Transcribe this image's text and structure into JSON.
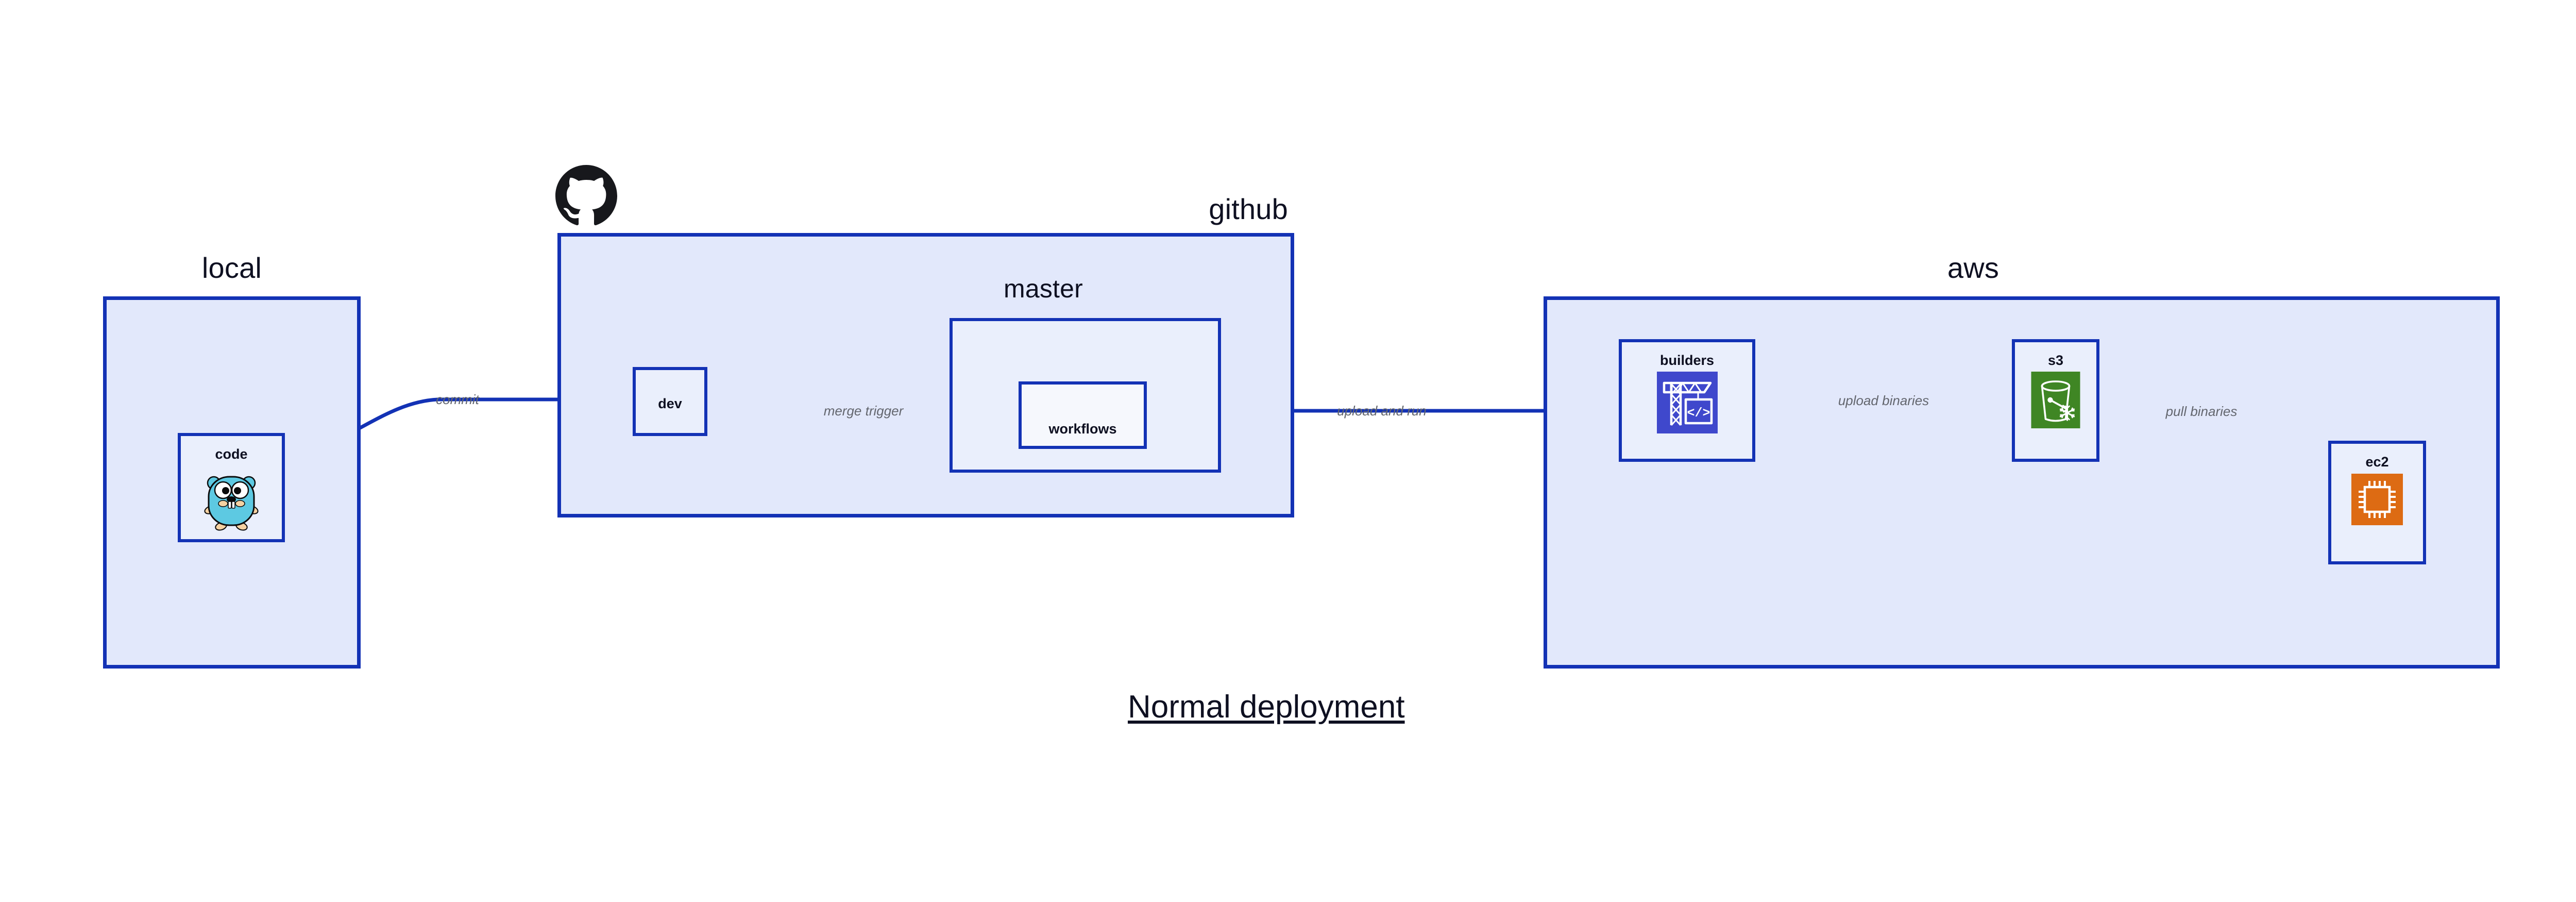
{
  "diagram": {
    "title": "Normal deployment",
    "accent_border": "#1332B5",
    "group_fill": "#E2E8FB",
    "node_fill": "#EAEFFC",
    "plain_fill": "#F6F8FD",
    "label_color": "#0E1021",
    "edge_label_color": "#63666E",
    "background": "#FFFFFF"
  },
  "groups": [
    {
      "id": "local",
      "label": "local"
    },
    {
      "id": "github",
      "label": "github"
    },
    {
      "id": "aws",
      "label": "aws"
    }
  ],
  "subgroups": [
    {
      "id": "master",
      "label": "master",
      "parent": "github"
    }
  ],
  "nodes": [
    {
      "id": "code",
      "label": "code",
      "parent": "local",
      "icon": "go-gopher-icon"
    },
    {
      "id": "dev",
      "label": "dev",
      "parent": "github",
      "icon": "none"
    },
    {
      "id": "workflows",
      "label": "workflows",
      "parent": "master",
      "icon": "none"
    },
    {
      "id": "builders",
      "label": "builders",
      "parent": "aws",
      "icon": "aws-codebuild-icon",
      "icon_color": "#3F48CC"
    },
    {
      "id": "s3",
      "label": "s3",
      "parent": "aws",
      "icon": "aws-s3-glacier-icon",
      "icon_color": "#3F8624"
    },
    {
      "id": "ec2",
      "label": "ec2",
      "parent": "aws",
      "icon": "aws-ec2-icon",
      "icon_color": "#DD6B13"
    }
  ],
  "edges": [
    {
      "id": "code-to-dev",
      "from": "code",
      "to": "dev",
      "label": "commit"
    },
    {
      "id": "dev-to-workflows",
      "from": "dev",
      "to": "workflows",
      "label": "merge trigger"
    },
    {
      "id": "workflows-to-builders",
      "from": "workflows",
      "to": "builders",
      "label": "upload and run"
    },
    {
      "id": "builders-to-s3",
      "from": "builders",
      "to": "s3",
      "label": "upload binaries"
    },
    {
      "id": "s3-to-ec2",
      "from": "s3",
      "to": "ec2",
      "label": "pull binaries"
    }
  ],
  "brand": {
    "github_mark": "github-logo-icon"
  }
}
